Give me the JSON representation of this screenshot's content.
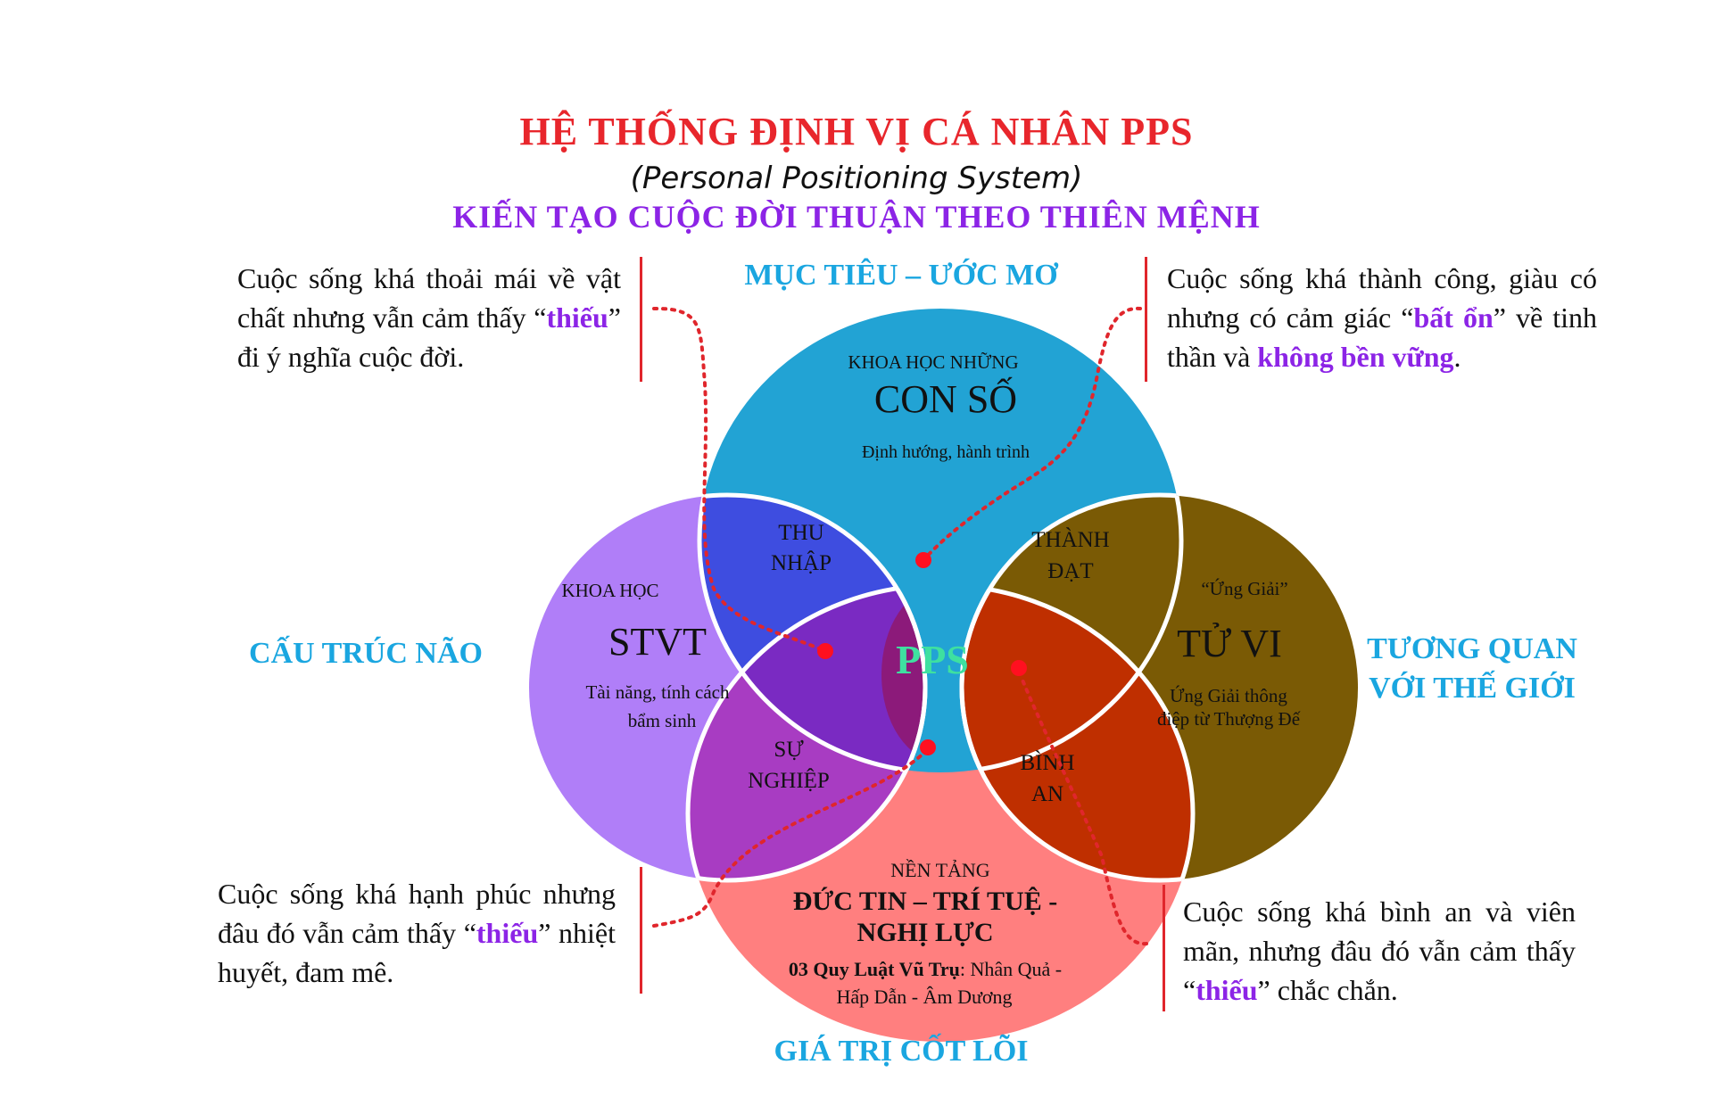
{
  "header": {
    "title": "HỆ THỐNG ĐỊNH VỊ CÁ NHÂN PPS",
    "subtitle": "(Personal Positioning System)",
    "tagline": "KIẾN TẠO CUỘC ĐỜI THUẬN THEO THIÊN MỆNH"
  },
  "axis_labels": {
    "top": "MỤC TIÊU – ƯỚC MƠ",
    "left": "CẤU TRÚC NÃO",
    "right_line1": "TƯƠNG QUAN",
    "right_line2": "VỚI THẾ GIỚI",
    "bottom": "GIÁ TRỊ CỐT LÕI"
  },
  "notes": {
    "top_left": {
      "before": "Cuộc sống khá thoải mái về vật chất nhưng vẫn cảm thấy “",
      "highlight": "thiếu",
      "after": "” đi ý nghĩa cuộc đời."
    },
    "top_right": {
      "part1": "Cuộc sống khá thành công, giàu có nhưng có cảm giác “",
      "highlight1": "bất ổn",
      "part2": "” về tinh thần và ",
      "highlight2": "không bền vững",
      "part3": "."
    },
    "bottom_left": {
      "before": "Cuộc sống khá hạnh phúc nhưng đâu đó vẫn cảm thấy “",
      "highlight": "thiếu",
      "after": "” nhiệt huyết, đam mê."
    },
    "bottom_right": {
      "before": "Cuộc sống khá bình an và viên mãn, nhưng đâu đó vẫn cảm thấy “",
      "highlight": "thiếu",
      "after": "” chắc chắn."
    }
  },
  "circles": {
    "top": {
      "small": "KHOA HỌC NHỮNG",
      "big": "CON SỐ",
      "desc": "Định hướng, hành trình",
      "color": "#22a3d4"
    },
    "left": {
      "small": "KHOA HỌC",
      "big": "STVT",
      "desc1": "Tài năng, tính cách",
      "desc2": "bẩm sinh",
      "color": "#b07ef8"
    },
    "right": {
      "small": "“Ứng Giải”",
      "big": "TỬ VI",
      "desc1": "Ứng Giải thông",
      "desc2": "điệp từ Thượng Đế",
      "color": "#7a5a05"
    },
    "bottom": {
      "small": "NỀN TẢNG",
      "big1": "ĐỨC TIN – TRÍ TUỆ -",
      "big2": "NGHỊ LỰC",
      "desc_bold": "03 Quy Luật Vũ Trụ",
      "desc_rest": ": Nhân Quả -",
      "desc2": "Hấp Dẫn - Âm Dương",
      "color": "#ff7f7f"
    }
  },
  "overlaps": {
    "top_left_1": "THU",
    "top_left_2": "NHẬP",
    "top_right_1": "THÀNH",
    "top_right_2": "ĐẠT",
    "bottom_left_1": "SỰ",
    "bottom_left_2": "NGHIỆP",
    "bottom_right_1": "BÌNH",
    "bottom_right_2": "AN",
    "center": "PPS"
  },
  "colors": {
    "title": "#e8262c",
    "tagline": "#8c24e6",
    "axis": "#1aa6e0",
    "highlight": "#8c24e6",
    "leader": "#e0262c",
    "center_text": "#3ee0a0"
  }
}
